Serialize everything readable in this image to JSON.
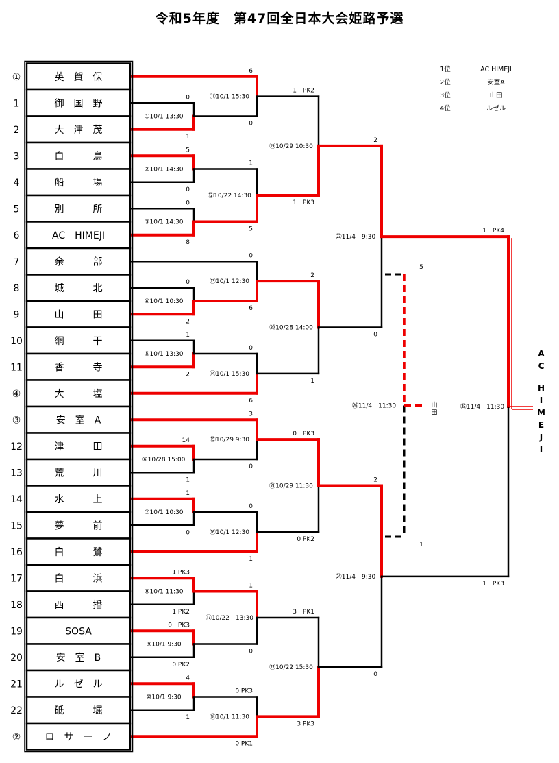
{
  "title": "令和5年度　第47回全日本大会姫路予選",
  "colors": {
    "win": "#ee0000",
    "line": "#000000"
  },
  "standings": [
    {
      "rank": "1位",
      "team": "AC HIMEJI"
    },
    {
      "rank": "2位",
      "team": "安室A"
    },
    {
      "rank": "3位",
      "team": "山田"
    },
    {
      "rank": "4位",
      "team": "ルゼル"
    }
  ],
  "teams": [
    {
      "seed": "①",
      "name": "英　賀　保"
    },
    {
      "seed": "1",
      "name": "御　国　野"
    },
    {
      "seed": "2",
      "name": "大　津　茂"
    },
    {
      "seed": "3",
      "name": "白　　　鳥"
    },
    {
      "seed": "4",
      "name": "船　　　場"
    },
    {
      "seed": "5",
      "name": "別　　　所"
    },
    {
      "seed": "6",
      "name": "AC　HIMEJI"
    },
    {
      "seed": "7",
      "name": "余　　　部"
    },
    {
      "seed": "8",
      "name": "城　　　北"
    },
    {
      "seed": "9",
      "name": "山　　　田"
    },
    {
      "seed": "10",
      "name": "網　　　干"
    },
    {
      "seed": "11",
      "name": "香　　　寺"
    },
    {
      "seed": "④",
      "name": "大　　　塩"
    },
    {
      "seed": "③",
      "name": "安　室　A"
    },
    {
      "seed": "12",
      "name": "津　　　田"
    },
    {
      "seed": "13",
      "name": "荒　　　川"
    },
    {
      "seed": "14",
      "name": "水　　　上"
    },
    {
      "seed": "15",
      "name": "夢　　　前"
    },
    {
      "seed": "16",
      "name": "白　　　鷺"
    },
    {
      "seed": "17",
      "name": "白　　　浜"
    },
    {
      "seed": "18",
      "name": "西　　　播"
    },
    {
      "seed": "19",
      "name": "SOSA"
    },
    {
      "seed": "20",
      "name": "安　室　B"
    },
    {
      "seed": "21",
      "name": "ル　ゼ　ル"
    },
    {
      "seed": "22",
      "name": "砥　　　堀"
    },
    {
      "seed": "②",
      "name": "ロ　サ　ー　ノ"
    }
  ],
  "matches": {
    "m1": {
      "label": "①10/1 13:30",
      "score_top": "0",
      "score_bottom": "1"
    },
    "m2": {
      "label": "②10/1 14:30",
      "score_top": "5",
      "score_bottom": "0"
    },
    "m3": {
      "label": "③10/1 14:30",
      "score_top": "0",
      "score_bottom": "8"
    },
    "m4": {
      "label": "④10/1 10:30",
      "score_top": "0",
      "score_bottom": "2"
    },
    "m5": {
      "label": "⑤10/1 13:30",
      "score_top": "1",
      "score_bottom": "2"
    },
    "m6": {
      "label": "⑥10/28 15:00",
      "score_top": "14",
      "score_bottom": "1"
    },
    "m7": {
      "label": "⑦10/1 10:30",
      "score_top": "1",
      "score_bottom": "0"
    },
    "m8": {
      "label": "⑧10/1 11:30",
      "score_top": "1 PK3",
      "score_bottom": "1 PK2"
    },
    "m9": {
      "label": "⑨10/1 9:30",
      "score_top": "0　PK3",
      "score_bottom": "0 PK2"
    },
    "m10": {
      "label": "⑩10/1 9:30",
      "score_top": "4",
      "score_bottom": "1"
    },
    "m11": {
      "label": "⑪10/1 15:30",
      "score_top": "6",
      "score_bottom": "0"
    },
    "m12": {
      "label": "⑫10/22 14:30",
      "score_top": "1",
      "score_bottom": "5"
    },
    "m13": {
      "label": "⑬10/1 12:30",
      "score_top": "0",
      "score_bottom": "6"
    },
    "m14": {
      "label": "⑭10/1 15:30",
      "score_top": "0",
      "score_bottom": "6"
    },
    "m15": {
      "label": "⑮10/29 9:30",
      "score_top": "3",
      "score_bottom": "0"
    },
    "m16": {
      "label": "⑯10/1 12:30",
      "score_top": "0",
      "score_bottom": "1"
    },
    "m17": {
      "label": "⑰10/22　13:30",
      "score_top": "1",
      "score_bottom": "0"
    },
    "m18": {
      "label": "⑱10/1 11:30",
      "score_top": "0 PK3",
      "score_bottom": "0 PK1"
    },
    "m19": {
      "label": "⑲10/29 10:30",
      "score_top": "1　PK2",
      "score_bottom": "1　PK3"
    },
    "m20": {
      "label": "⑳10/28 14:00",
      "score_top": "2",
      "score_bottom": "1"
    },
    "m21": {
      "label": "㉑10/29 11:30",
      "score_top": "0　PK3",
      "score_bottom": "0 PK2"
    },
    "m22": {
      "label": "㉒10/22 15:30",
      "score_top": "3　PK1",
      "score_bottom": "3 PK3"
    },
    "m23": {
      "label": "㉓11/4　9:30",
      "score_top": "2",
      "score_bottom": "0"
    },
    "m24": {
      "label": "㉔11/4　9:30",
      "score_top": "2",
      "score_bottom": "0"
    },
    "m25": {
      "label": "㉕11/4　11:30",
      "score_top": "1　PK4",
      "score_bottom": "1　PK3"
    },
    "m26": {
      "label": "㉖11/4　11:30",
      "score_top": "5",
      "score_bottom": "1",
      "winner": "山田"
    }
  },
  "champion": "AC HIMEJI"
}
